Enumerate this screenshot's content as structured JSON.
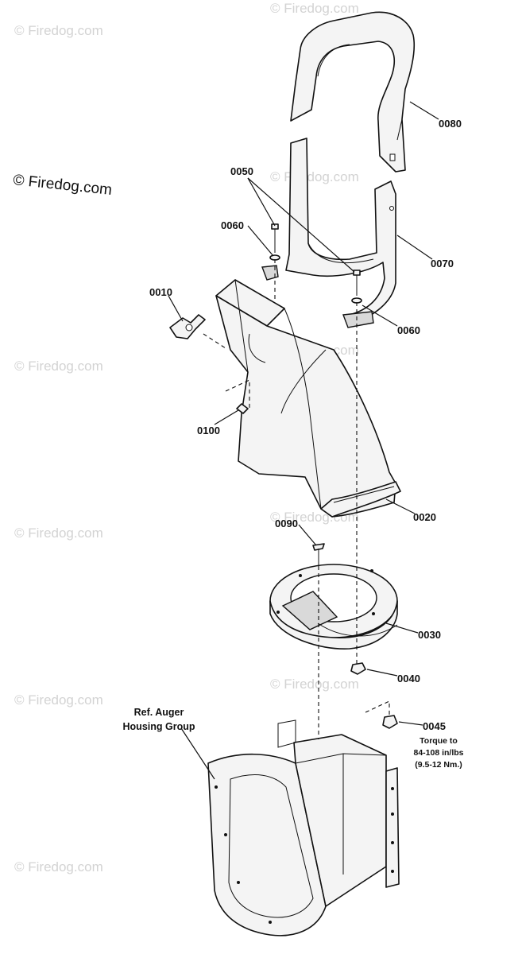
{
  "watermark": "© Firedog.com",
  "brand_mark": "© Firedog.com",
  "callouts": {
    "p0080": "0080",
    "p0050": "0050",
    "p0060a": "0060",
    "p0070": "0070",
    "p0010": "0010",
    "p0060b": "0060",
    "p0100": "0100",
    "p0020": "0020",
    "p0090": "0090",
    "p0030": "0030",
    "p0040": "0040",
    "p0045": "0045"
  },
  "torque_note": {
    "line1": "Torque to",
    "line2": "84-108 in/lbs",
    "line3": "(9.5-12 Nm.)"
  },
  "ref_group": {
    "line1": "Ref. Auger",
    "line2": "Housing Group"
  }
}
